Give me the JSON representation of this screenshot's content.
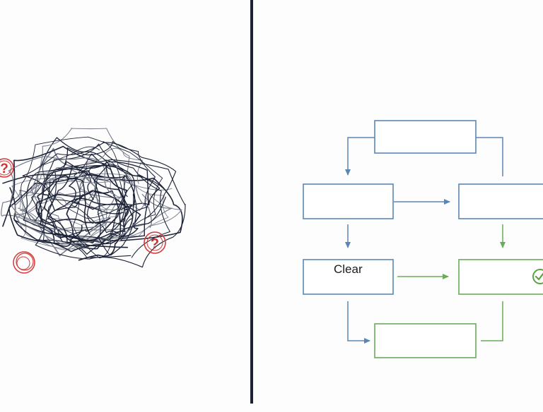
{
  "left_panel": {
    "question_marks": [
      "?",
      "?"
    ]
  },
  "right_panel": {
    "boxes": [
      {
        "id": "top",
        "label": ""
      },
      {
        "id": "mid-left",
        "label": ""
      },
      {
        "id": "mid-right",
        "label": ""
      },
      {
        "id": "clear-box",
        "label": "Clear"
      },
      {
        "id": "check-box",
        "label": ""
      },
      {
        "id": "bottom",
        "label": ""
      }
    ],
    "colors": {
      "blue": "#5b86b4",
      "green": "#6aab5a",
      "red": "#d23a3a",
      "ink": "#1e2438"
    }
  }
}
